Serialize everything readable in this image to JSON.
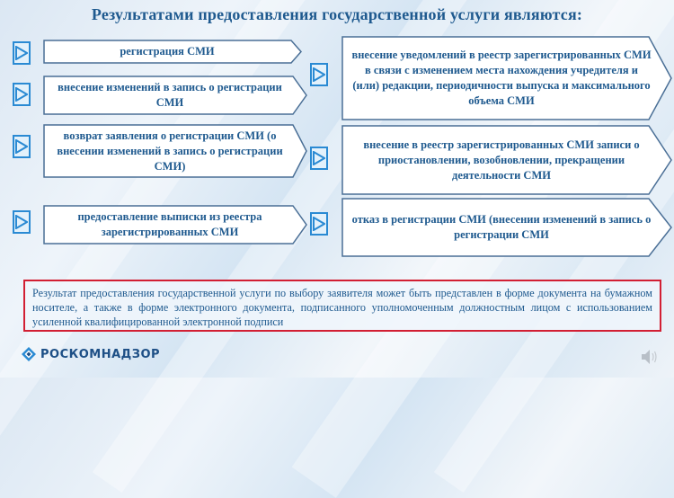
{
  "slide": {
    "title": "Результатами предоставления государственной услуги являются:",
    "colors": {
      "text": "#1f5a8f",
      "icon_border": "#2a8ad3",
      "note_border": "#d21f33"
    }
  },
  "left_items": [
    {
      "label": "регистрация СМИ",
      "icon": "play-arrow-icon"
    },
    {
      "label": "внесение изменений в запись о регистрации СМИ",
      "icon": "play-arrow-icon"
    },
    {
      "label": "возврат заявления о регистрации СМИ (о внесении изменений в запись о регистрации СМИ)",
      "icon": "play-arrow-icon"
    },
    {
      "label": "предоставление выписки из реестра зарегистрированных СМИ",
      "icon": "play-arrow-icon"
    }
  ],
  "right_items": [
    {
      "label": "внесение уведомлений в реестр зарегистрированных СМИ в связи с изменением места нахождения учредителя и (или) редакции, периодичности выпуска и максимального объема СМИ",
      "icon": "play-arrow-icon"
    },
    {
      "label": "внесение в реестр зарегистрированных СМИ записи о приостановлении, возобновлении, прекращении деятельности СМИ",
      "icon": "play-arrow-icon"
    },
    {
      "label": "отказ в регистрации СМИ (внесении изменений в запись о регистрации СМИ",
      "icon": "play-arrow-icon"
    }
  ],
  "note": {
    "text": "Результат предоставления государственной услуги по выбору заявителя может быть представлен в форме документа на бумажном носителе, а также в форме электронного документа, подписанного уполномоченным должностным лицом с использованием усиленной квалифицированной электронной подписи"
  },
  "footer": {
    "logo_text": "РОСКОМНАДЗОР",
    "logo_icon": "roskomnadzor-logo-icon",
    "audio_icon": "speaker-icon"
  }
}
